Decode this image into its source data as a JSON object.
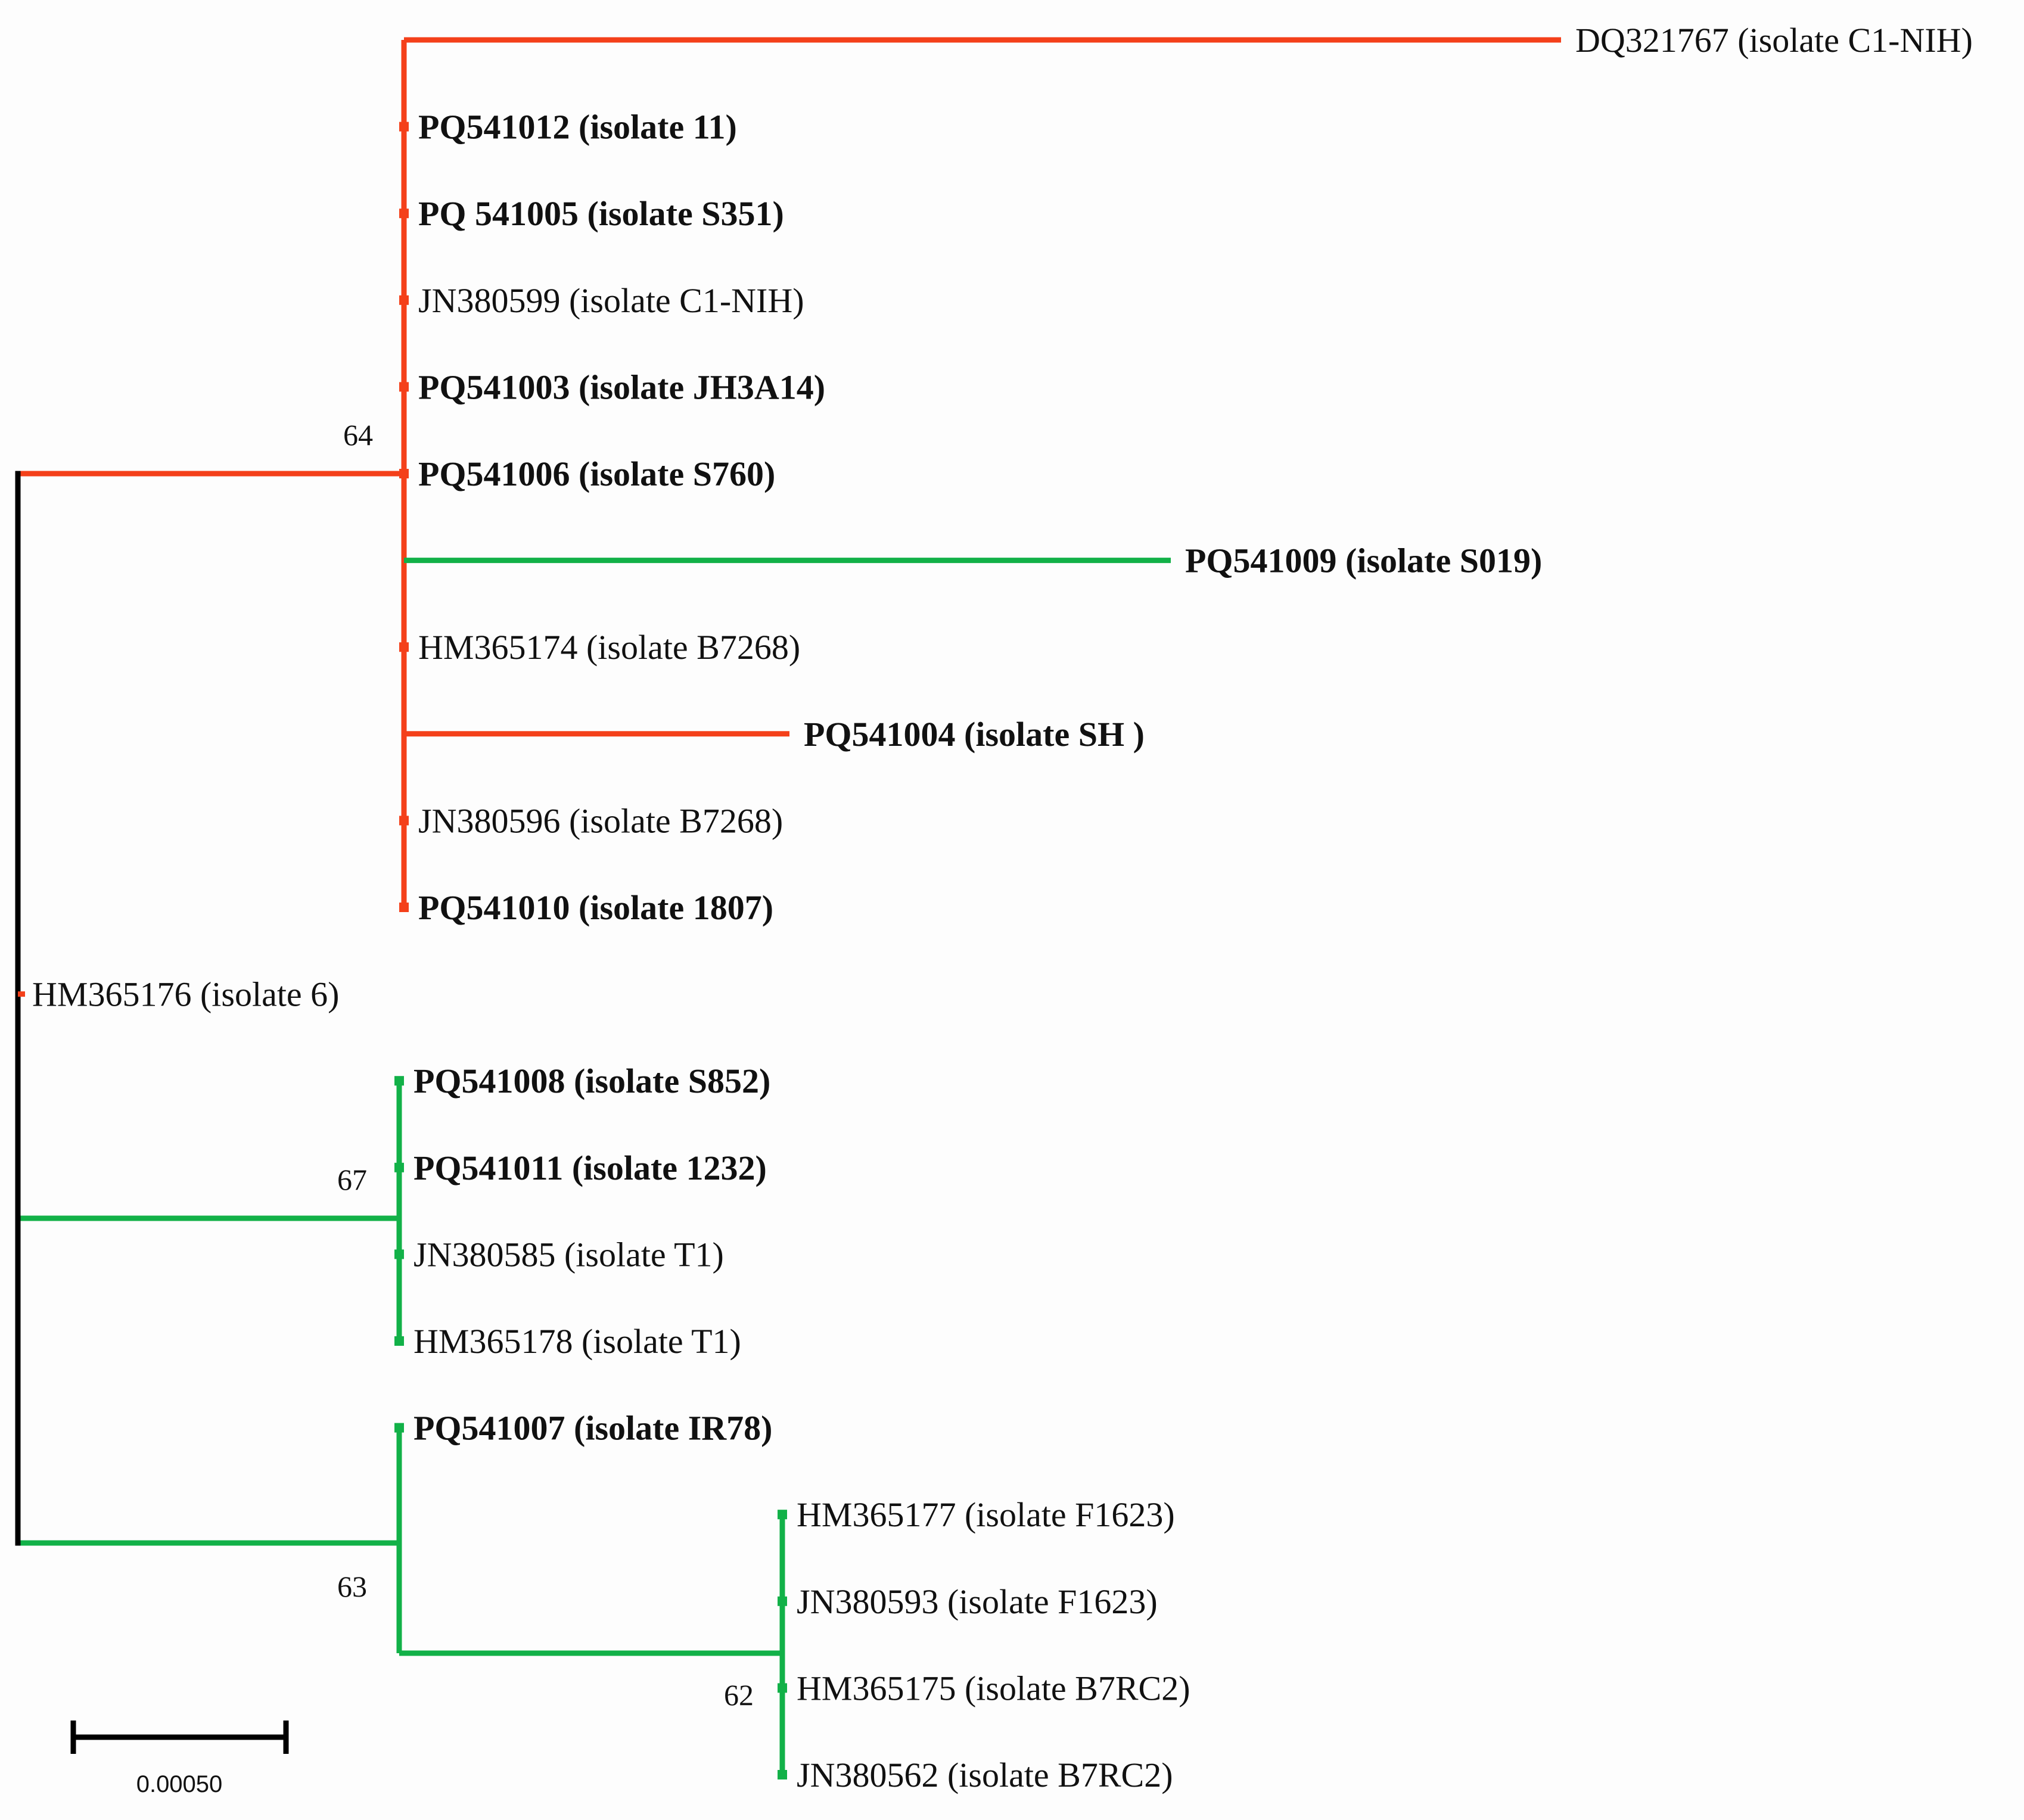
{
  "colors": {
    "red": "#f4401a",
    "green": "#12b148",
    "black": "#000000"
  },
  "leaves": [
    {
      "id": "DQ321767",
      "label": "DQ321767 (isolate C1-NIH)",
      "bold": false
    },
    {
      "id": "PQ541012",
      "label": "PQ541012 (isolate 11)",
      "bold": true
    },
    {
      "id": "PQ541005",
      "label": "PQ 541005 (isolate S351)",
      "bold": true
    },
    {
      "id": "JN380599",
      "label": "JN380599 (isolate C1-NIH)",
      "bold": false
    },
    {
      "id": "PQ541003",
      "label": "PQ541003 (isolate JH3A14)",
      "bold": true
    },
    {
      "id": "PQ541006",
      "label": "PQ541006 (isolate S760)",
      "bold": true
    },
    {
      "id": "PQ541009",
      "label": "PQ541009 (isolate S019)",
      "bold": true
    },
    {
      "id": "HM365174",
      "label": "HM365174 (isolate B7268)",
      "bold": false
    },
    {
      "id": "PQ541004",
      "label": "PQ541004 (isolate SH )",
      "bold": true
    },
    {
      "id": "JN380596",
      "label": "JN380596 (isolate B7268)",
      "bold": false
    },
    {
      "id": "PQ541010",
      "label": "PQ541010 (isolate 1807)",
      "bold": true
    },
    {
      "id": "HM365176",
      "label": "HM365176 (isolate 6)",
      "bold": false
    },
    {
      "id": "PQ541008",
      "label": "PQ541008 (isolate S852)",
      "bold": true
    },
    {
      "id": "PQ541011",
      "label": "PQ541011 (isolate 1232)",
      "bold": true
    },
    {
      "id": "JN380585",
      "label": "JN380585 (isolate T1)",
      "bold": false
    },
    {
      "id": "HM365178",
      "label": "HM365178 (isolate T1)",
      "bold": false
    },
    {
      "id": "PQ541007",
      "label": "PQ541007 (isolate IR78)",
      "bold": true
    },
    {
      "id": "HM365177",
      "label": "HM365177 (isolate F1623)",
      "bold": false
    },
    {
      "id": "JN380593",
      "label": "JN380593 (isolate F1623)",
      "bold": false
    },
    {
      "id": "HM365175",
      "label": "HM365175 (isolate B7RC2)",
      "bold": false
    },
    {
      "id": "JN380562",
      "label": "JN380562 (isolate B7RC2)",
      "bold": false
    }
  ],
  "bootstrap": [
    "64",
    "67",
    "63",
    "62"
  ],
  "scale_bar": {
    "label": "0.00050"
  }
}
